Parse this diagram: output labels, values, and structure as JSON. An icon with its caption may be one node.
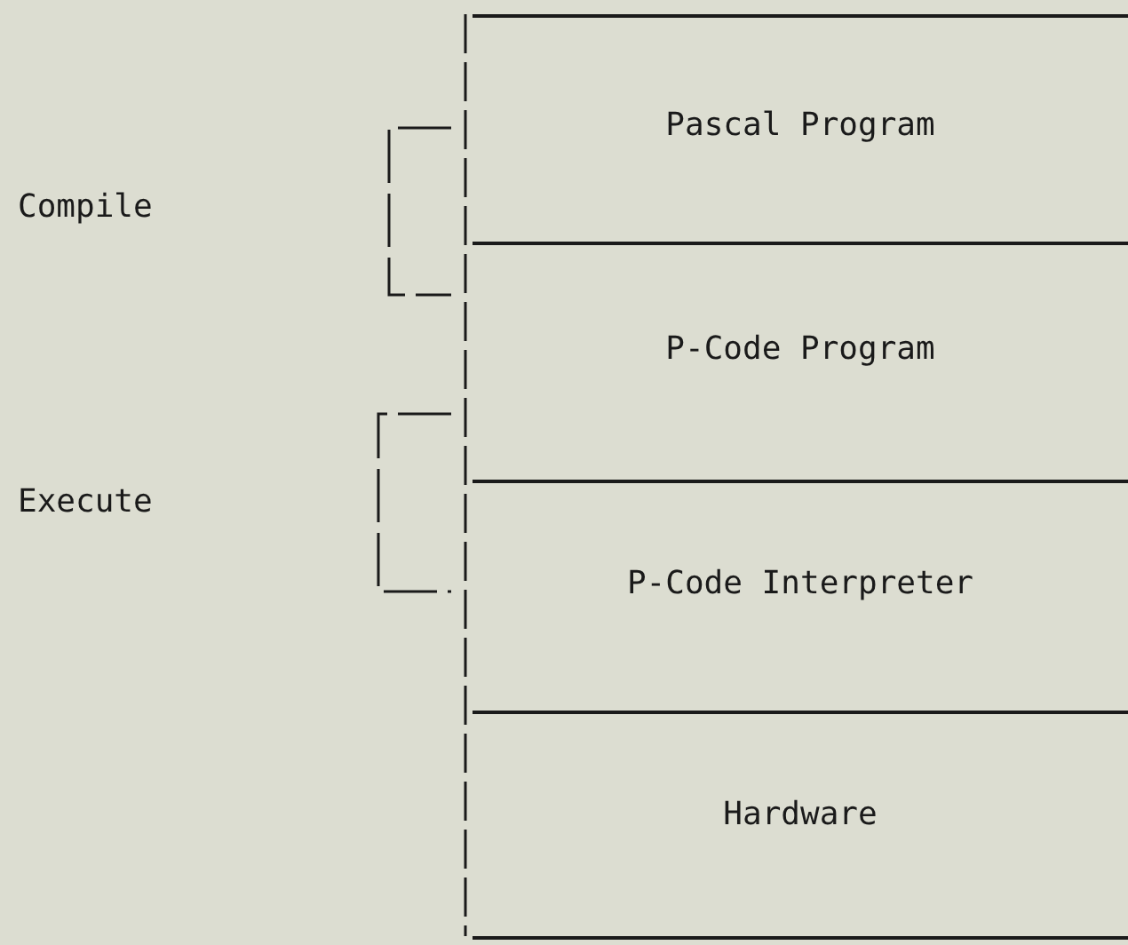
{
  "diagram": {
    "nodes": [
      {
        "text": [
          "Pascal Program"
        ]
      },
      {
        "text": [
          "P-Code Program"
        ]
      },
      {
        "text": [
          "P-Code Interpreter"
        ]
      },
      {
        "text": [
          "Hardware"
        ]
      }
    ],
    "labels": [
      "Compile",
      "Execute"
    ]
  }
}
